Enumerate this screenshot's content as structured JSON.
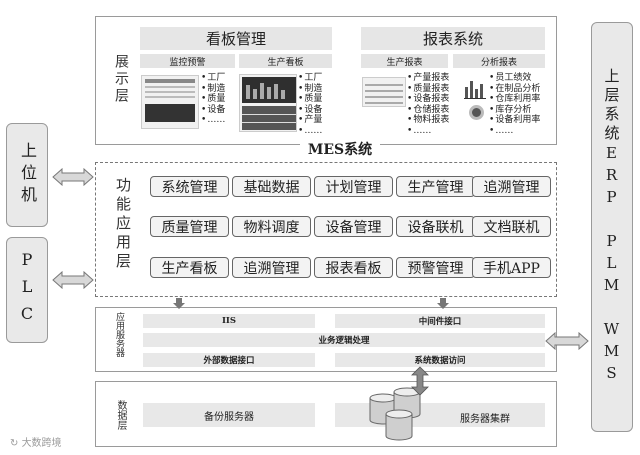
{
  "upper_system": {
    "label": "上层系统ERP PLM WMS"
  },
  "display_layer": {
    "label": "展示层",
    "kanban": {
      "title": "看板管理",
      "tabs": [
        "监控预警",
        "生产看板"
      ],
      "list_1": [
        "工厂",
        "制造",
        "质量",
        "设备",
        "……"
      ],
      "list_2": [
        "工厂",
        "制造",
        "质量",
        "设备",
        "产量",
        "……"
      ]
    },
    "report": {
      "title": "报表系统",
      "tabs": [
        "生产报表",
        "分析报表"
      ],
      "list_1": [
        "产量报表",
        "质量报表",
        "设备报表",
        "仓储报表",
        "物料报表",
        "……"
      ],
      "list_2": [
        "员工绩效",
        "在制品分析",
        "仓库利用率",
        "库存分析",
        "设备利用率",
        "……"
      ]
    }
  },
  "mes": {
    "label": "MES系统"
  },
  "function_layer": {
    "label": "功能应用层",
    "modules": [
      [
        "系统管理",
        "基础数据",
        "计划管理",
        "生产管理",
        "追溯管理"
      ],
      [
        "质量管理",
        "物料调度",
        "设备管理",
        "设备联机",
        "文档联机"
      ],
      [
        "生产看板",
        "追溯管理",
        "报表看板",
        "预警管理",
        "手机APP"
      ]
    ]
  },
  "left_systems": {
    "host": "上位机",
    "plc": "PLC"
  },
  "app_server_layer": {
    "label": "应用服务器",
    "iis": "IIS",
    "middleware": "中间件接口",
    "business_logic": "业务逻辑处理",
    "external": "外部数据接口",
    "sys_access": "系统数据访问"
  },
  "data_layer": {
    "label": "数据层",
    "backup": "备份服务器",
    "cluster": "服务器集群"
  },
  "watermark": "大数跨境"
}
